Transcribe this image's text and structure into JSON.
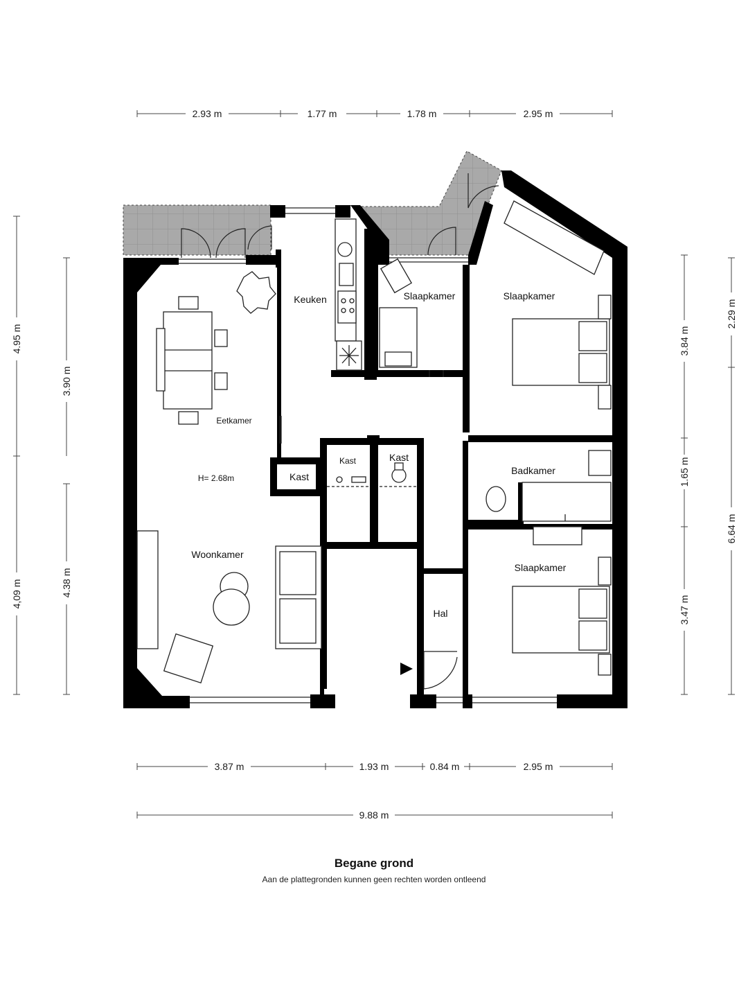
{
  "colors": {
    "wall": "#000000",
    "line": "#222222",
    "terrace": "#a9a9a9",
    "dim_line": "#444444"
  },
  "rooms": {
    "eetkamer": "Eetkamer",
    "height": "H= 2.68m",
    "woonkamer": "Woonkamer",
    "keuken": "Keuken",
    "slaapkamer_small": "Slaapkamer",
    "slaapkamer_top": "Slaapkamer",
    "kast_left": "Kast",
    "kast_mid": "Kast",
    "kast_right": "Kast",
    "badkamer": "Badkamer",
    "slaapkamer_bottom": "Slaapkamer",
    "hal": "Hal"
  },
  "dimensions": {
    "top": [
      "2.93 m",
      "1.77 m",
      "1.78 m",
      "2.95 m"
    ],
    "bottom": [
      "3.87 m",
      "1.93 m",
      "0.84 m",
      "2.95 m"
    ],
    "total": "9.88 m",
    "left_outer": [
      "4.95 m",
      "4,09 m"
    ],
    "left_inner": [
      "3.90 m",
      "4.38 m"
    ],
    "right_inner": [
      "3.84 m",
      "1.65 m",
      "3.47 m"
    ],
    "right_outer": [
      "2.29 m",
      "6.64 m"
    ]
  },
  "caption": {
    "title": "Begane grond",
    "note": "Aan de plattegronden kunnen geen rechten worden ontleend"
  }
}
